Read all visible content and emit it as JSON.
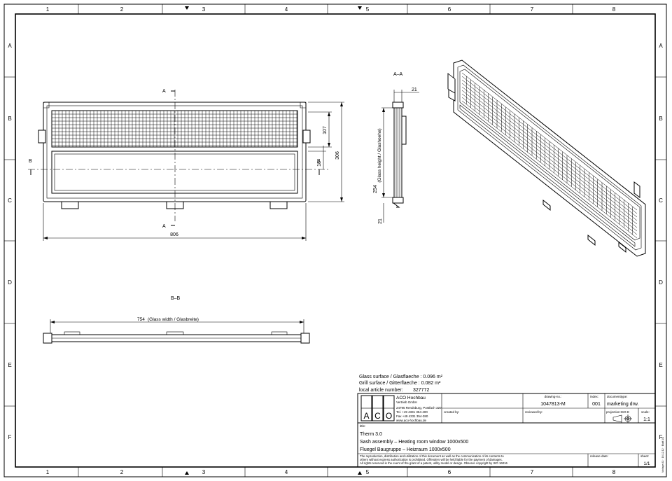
{
  "frame": {
    "columns": [
      "1",
      "2",
      "3",
      "4",
      "5",
      "6",
      "7",
      "8"
    ],
    "rows": [
      "A",
      "B",
      "C",
      "D",
      "E",
      "F"
    ]
  },
  "front_view": {
    "section_marks": [
      "A",
      "A",
      "B",
      "B"
    ],
    "dims": {
      "width": "806",
      "height_total": "306",
      "height_grille": "107",
      "height_gap": "18"
    }
  },
  "section_aa": {
    "title": "A–A",
    "dims": {
      "top": "21",
      "glass_height": "254",
      "glass_label": "(Glass height / Glashoehe)",
      "bottom": "21"
    }
  },
  "section_bb": {
    "title": "B–B",
    "glass_width_dim": "754",
    "glass_width_label": "(Glass width / Glasbreite)"
  },
  "notes": {
    "glass_surface": "Glass surface / Glasflaeche : 0.096 m²",
    "grill_surface": "Grill surface / Gitterflaeche : 0.082 m²",
    "local_article_label": "local article number:",
    "local_article_value": "327772"
  },
  "title_block": {
    "company_name": "ACO Hochbau",
    "company_sub": "Vertrieb GmbH",
    "address_lines": [
      "24795 Rendsburg, Postfach 320",
      "Tel. +49 4331 354-400",
      "Fax +49 4331 354-380",
      "www.aco-hochbau.de"
    ],
    "logo_letters": [
      "A",
      "C",
      "O"
    ],
    "drawing_no_label": "drawing-no.:",
    "drawing_no_value": "1047813-M",
    "index_label": "index:",
    "index_value": "001",
    "doc_type_label": "documenttype:",
    "doc_type_value": "marketing drw.",
    "created_by_label": "created by:",
    "reviewed_by_label": "reviewed by:",
    "projection_label": "projection:ISO-E",
    "scale_label": "scale:",
    "scale_value": "1:1",
    "title_label": "title:",
    "title_lines": [
      "Therm 3.0",
      "Sash assembly – Heating room window 1000x500",
      "Fluegel Baugruppe – Heizraum 1000x500"
    ],
    "legal_lines": [
      "The reproduction, distribution and utilization of this document as well as the communication of its contents to",
      "others without express authorization is prohibited. Offenders will be held liable for the payment of damages.",
      "All rights reserved in the event of the grant of a patent, utility model or design. Observe copyright by ISO 16016"
    ],
    "release_label": "release date:",
    "sheet_label": "sheet:",
    "sheet_value": "1/1"
  },
  "edge_note": "Vorlage A3 · 16.12.12 · Blatt 1/1"
}
